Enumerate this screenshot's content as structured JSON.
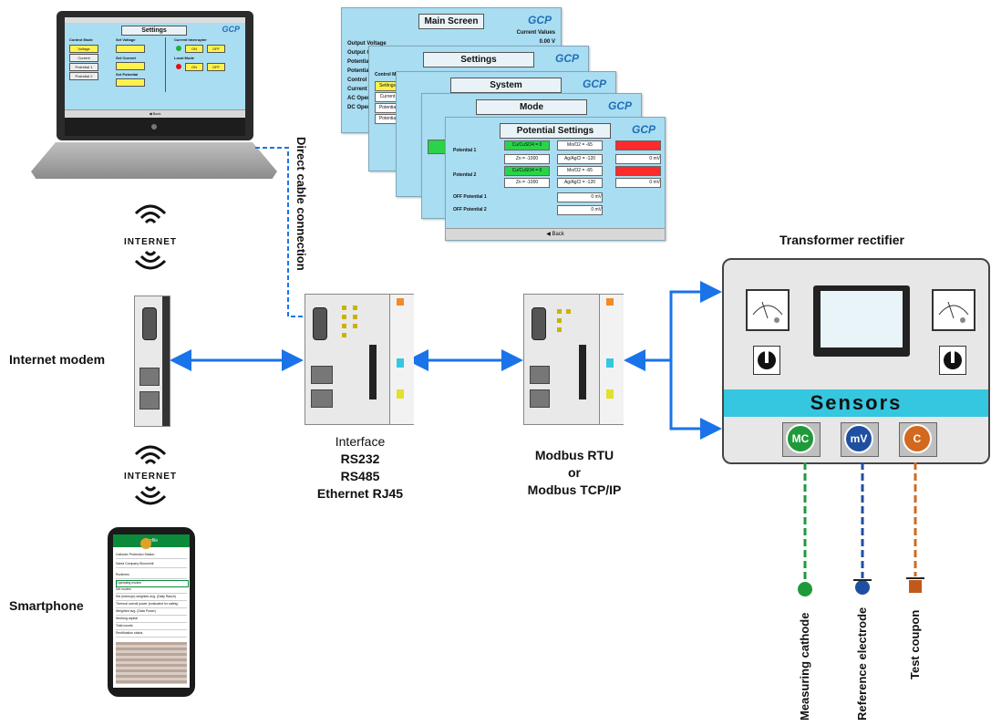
{
  "labels": {
    "internet_top": "INTERNET",
    "internet_bottom": "INTERNET",
    "internet_modem": "Internet modem",
    "smartphone": "Smartphone",
    "direct_cable": "Direct cable connection",
    "interface_title": "Interface",
    "interface_rs232": "RS232",
    "interface_rs485": "RS485",
    "interface_eth": "Ethernet RJ45",
    "modbus_rtu": "Modbus RTU",
    "modbus_or": "or",
    "modbus_tcp": "Modbus TCP/IP",
    "transformer": "Transformer rectifier",
    "sensors": "Sensors",
    "measuring_cathode": "Measuring cathode",
    "reference_electrode": "Reference electrode",
    "test_coupon": "Test coupon"
  },
  "badges": {
    "mc": "MC",
    "mv": "mV",
    "c": "C"
  },
  "colors": {
    "arrow_blue": "#1a73e8",
    "sensor_band": "#35c6e0",
    "mc_green": "#1f9a3a",
    "mv_blue": "#1f4fa0",
    "c_orange": "#d2691e",
    "screen_bg": "#a9ddf2",
    "green_cell": "#2ad34a",
    "red_cell": "#ff2a2a"
  },
  "screens": {
    "logo": "GCP",
    "main": {
      "title": "Main Screen",
      "current_values": "Current Values",
      "output_voltage_label": "Output Voltage",
      "output_voltage_value": "0.00 V",
      "rows": [
        "Output C",
        "Potentia",
        "Potentia",
        "Control",
        "Current",
        "AC Oper",
        "DC Oper"
      ]
    },
    "settings": {
      "title": "Settings",
      "items": [
        "Control M",
        "Settings",
        "Current",
        "Potentia",
        "Potentia"
      ]
    },
    "system": {
      "title": "System"
    },
    "mode": {
      "title": "Mode"
    },
    "potential": {
      "title": "Potential Settings",
      "potential1": "Potential 1",
      "potential2": "Potential 2",
      "off1": "OFF Potential 1",
      "off2": "OFF Potential 2",
      "cu_cuso4": "Cu/CuSO4 = 0",
      "zn": "Zn = -1000",
      "mo_o2": "Mo/O2 = -65",
      "ag_agcl": "Ag/AgCl = -120",
      "mv0": "0 mV",
      "back": "Back"
    }
  },
  "laptop_screen": {
    "title": "Settings",
    "logo": "GCP",
    "control_mode": "Control Mode",
    "set_voltage": "Set Voltage",
    "current_interrupter": "Current Interrupter",
    "local_mode": "Local Mode",
    "buttons": [
      "Voltage",
      "Current",
      "Potential 1",
      "Potential 2"
    ],
    "set_current": "Set Current",
    "set_potential": "Set Potential",
    "on": "ON",
    "off": "OFF",
    "back": "Back"
  },
  "phone_screen": {
    "header": "Profile",
    "items": [
      "Cathodic Protection Station",
      "Santa Company Ekonomik",
      "Runtimes",
      "Operating modes",
      "Set modes",
      "Set (interrupt) weighted avg. (Daily Rasch)",
      "Thermal overall power (evaluated for safety)",
      "Weighted avg. (Data Power)",
      "Working capital",
      "Total counts",
      "Rectification status"
    ]
  }
}
